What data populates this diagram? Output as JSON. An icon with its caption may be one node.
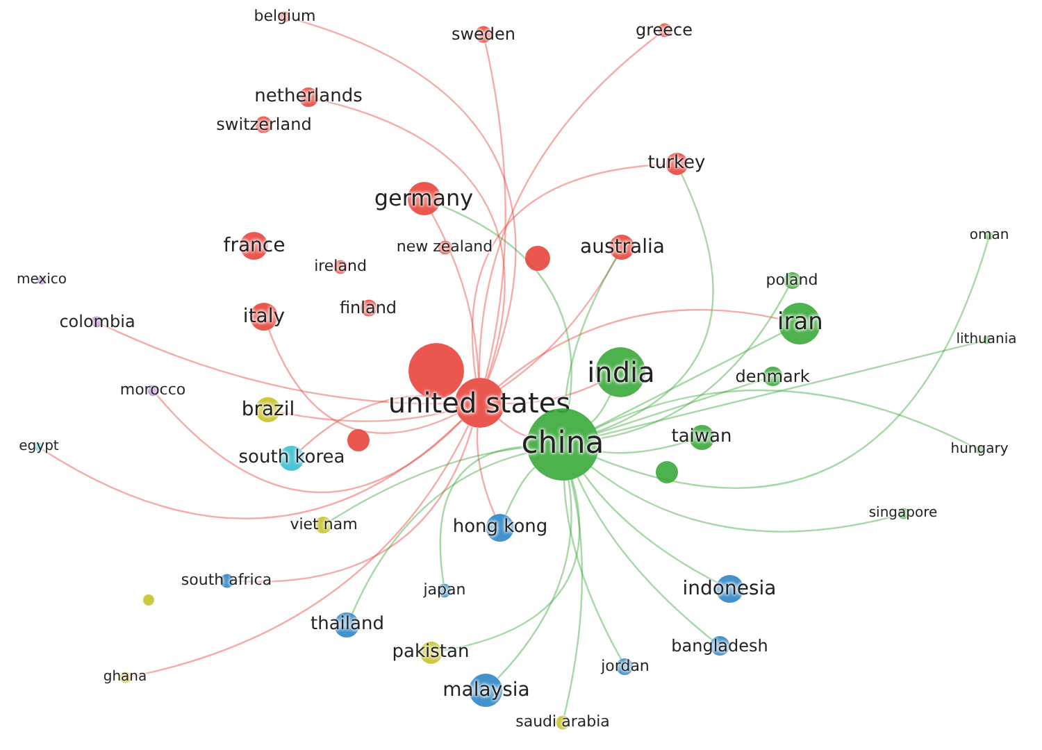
{
  "diagram": {
    "nodes": [
      {
        "text": [
          "belgium"
        ]
      },
      {
        "text": [
          "greece"
        ]
      },
      {
        "text": [
          "sweden"
        ]
      },
      {
        "text": [
          "netherlands"
        ]
      },
      {
        "text": [
          "switzerland"
        ]
      },
      {
        "text": [
          "turkey"
        ]
      },
      {
        "text": [
          "germany"
        ]
      },
      {
        "text": [
          "oman"
        ]
      },
      {
        "text": [
          "france"
        ]
      },
      {
        "text": [
          "new zealand"
        ]
      },
      {
        "text": [
          "australia"
        ]
      },
      {
        "text": [],
        "shape": "circle"
      },
      {
        "text": [
          "ireland"
        ]
      },
      {
        "text": [
          "mexico"
        ]
      },
      {
        "text": [
          "poland"
        ]
      },
      {
        "text": [
          "finland"
        ]
      },
      {
        "text": [
          "italy"
        ]
      },
      {
        "text": [
          "colombia"
        ]
      },
      {
        "text": [
          "iran"
        ]
      },
      {
        "text": [
          "lithuania"
        ]
      },
      {
        "text": [],
        "shape": "circle"
      },
      {
        "text": [
          "india"
        ]
      },
      {
        "text": [
          "denmark"
        ]
      },
      {
        "text": [
          "morocco"
        ]
      },
      {
        "text": [
          "united states"
        ]
      },
      {
        "text": [
          "brazil"
        ]
      },
      {
        "text": [
          "china"
        ]
      },
      {
        "text": [
          "taiwan"
        ]
      },
      {
        "text": [
          "egypt"
        ]
      },
      {
        "text": [],
        "shape": "circle"
      },
      {
        "text": [
          "hungary"
        ]
      },
      {
        "text": [
          "south korea"
        ]
      },
      {
        "text": [],
        "shape": "circle"
      },
      {
        "text": [
          "singapore"
        ]
      },
      {
        "text": [
          "viet nam"
        ]
      },
      {
        "text": [
          "hong kong"
        ]
      },
      {
        "text": [
          "south africa"
        ]
      },
      {
        "text": [
          "indonesia"
        ]
      },
      {
        "text": [
          "japan"
        ]
      },
      {
        "text": [],
        "shape": "circle"
      },
      {
        "text": [
          "thailand"
        ]
      },
      {
        "text": [
          "bangladesh"
        ]
      },
      {
        "text": [
          "pakistan"
        ]
      },
      {
        "text": [
          "jordan"
        ]
      },
      {
        "text": [
          "ghana"
        ]
      },
      {
        "text": [
          "malaysia"
        ]
      },
      {
        "text": [
          "saudi arabia"
        ]
      }
    ],
    "edges": [
      {
        "from": 24,
        "to": 26,
        "arrow": "none",
        "color": "#e8453c"
      },
      {
        "from": 24,
        "to": 21,
        "arrow": "none",
        "color": "#e8453c"
      },
      {
        "from": 24,
        "to": 6,
        "arrow": "none",
        "color": "#e8453c"
      },
      {
        "from": 24,
        "to": 16,
        "arrow": "none",
        "color": "#e8453c"
      },
      {
        "from": 24,
        "to": 10,
        "arrow": "none",
        "color": "#e8453c"
      },
      {
        "from": 24,
        "to": 5,
        "arrow": "none",
        "color": "#e8453c"
      },
      {
        "from": 24,
        "to": 3,
        "arrow": "none",
        "color": "#e8453c"
      },
      {
        "from": 24,
        "to": 2,
        "arrow": "none",
        "color": "#e8453c"
      },
      {
        "from": 24,
        "to": 1,
        "arrow": "none",
        "color": "#e8453c"
      },
      {
        "from": 24,
        "to": 0,
        "arrow": "none",
        "color": "#e8453c"
      },
      {
        "from": 24,
        "to": 25,
        "arrow": "none",
        "color": "#e8453c"
      },
      {
        "from": 24,
        "to": 31,
        "arrow": "none",
        "color": "#e8453c"
      },
      {
        "from": 24,
        "to": 35,
        "arrow": "none",
        "color": "#e8453c"
      },
      {
        "from": 24,
        "to": 18,
        "arrow": "none",
        "color": "#e8453c"
      },
      {
        "from": 24,
        "to": 17,
        "arrow": "none",
        "color": "#e8453c"
      },
      {
        "from": 24,
        "to": 23,
        "arrow": "none",
        "color": "#e8453c"
      },
      {
        "from": 24,
        "to": 28,
        "arrow": "none",
        "color": "#e8453c"
      },
      {
        "from": 24,
        "to": 44,
        "arrow": "none",
        "color": "#e8453c"
      },
      {
        "from": 24,
        "to": 36,
        "arrow": "none",
        "color": "#e8453c"
      },
      {
        "from": 26,
        "to": 21,
        "arrow": "none",
        "color": "#3aa93a"
      },
      {
        "from": 26,
        "to": 18,
        "arrow": "none",
        "color": "#3aa93a"
      },
      {
        "from": 26,
        "to": 27,
        "arrow": "none",
        "color": "#3aa93a"
      },
      {
        "from": 26,
        "to": 22,
        "arrow": "none",
        "color": "#3aa93a"
      },
      {
        "from": 26,
        "to": 14,
        "arrow": "none",
        "color": "#3aa93a"
      },
      {
        "from": 26,
        "to": 7,
        "arrow": "none",
        "color": "#3aa93a"
      },
      {
        "from": 26,
        "to": 19,
        "arrow": "none",
        "color": "#3aa93a"
      },
      {
        "from": 26,
        "to": 30,
        "arrow": "none",
        "color": "#3aa93a"
      },
      {
        "from": 26,
        "to": 33,
        "arrow": "none",
        "color": "#3aa93a"
      },
      {
        "from": 26,
        "to": 37,
        "arrow": "none",
        "color": "#3aa93a"
      },
      {
        "from": 26,
        "to": 41,
        "arrow": "none",
        "color": "#3aa93a"
      },
      {
        "from": 26,
        "to": 43,
        "arrow": "none",
        "color": "#3aa93a"
      },
      {
        "from": 26,
        "to": 45,
        "arrow": "none",
        "color": "#3aa93a"
      },
      {
        "from": 26,
        "to": 46,
        "arrow": "none",
        "color": "#3aa93a"
      },
      {
        "from": 26,
        "to": 42,
        "arrow": "none",
        "color": "#3aa93a"
      },
      {
        "from": 26,
        "to": 40,
        "arrow": "none",
        "color": "#3aa93a"
      },
      {
        "from": 26,
        "to": 38,
        "arrow": "none",
        "color": "#3aa93a"
      },
      {
        "from": 26,
        "to": 35,
        "arrow": "none",
        "color": "#3aa93a"
      },
      {
        "from": 26,
        "to": 34,
        "arrow": "none",
        "color": "#3aa93a"
      },
      {
        "from": 26,
        "to": 6,
        "arrow": "none",
        "color": "#3aa93a"
      },
      {
        "from": 26,
        "to": 10,
        "arrow": "none",
        "color": "#3aa93a"
      },
      {
        "from": 26,
        "to": 5,
        "arrow": "none",
        "color": "#3aa93a"
      }
    ]
  }
}
